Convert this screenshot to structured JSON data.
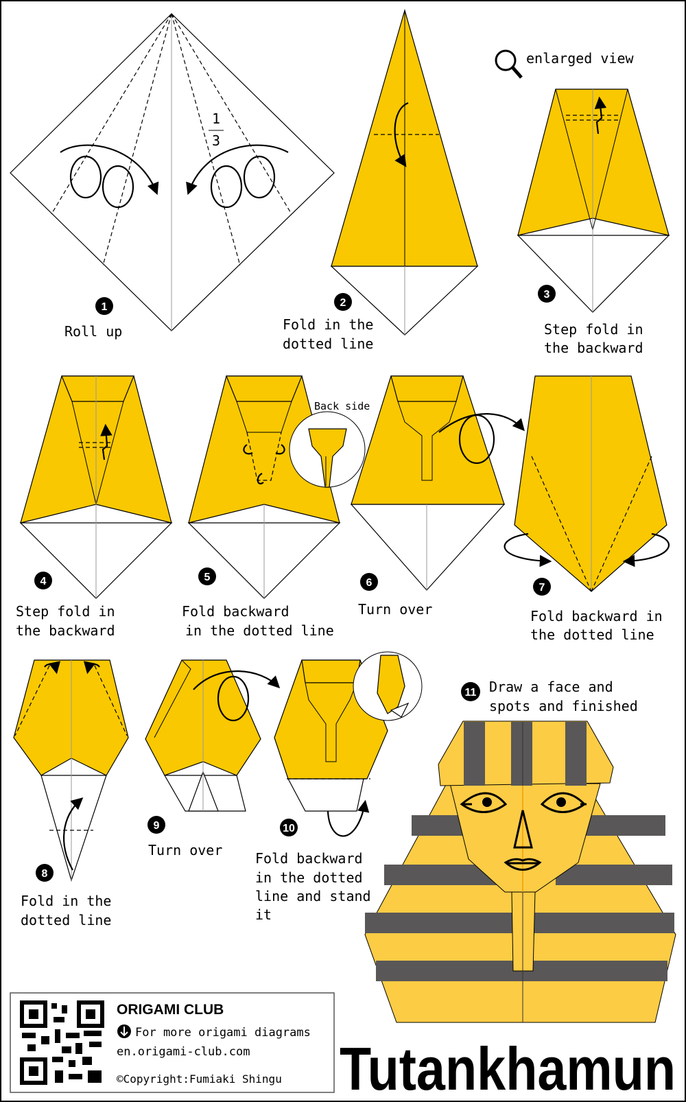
{
  "steps": [
    {
      "number": "1",
      "text": [
        "Roll up"
      ]
    },
    {
      "number": "2",
      "text": [
        "Fold in the",
        "dotted line"
      ]
    },
    {
      "number": "3",
      "text": [
        "Step fold in",
        "the backward"
      ]
    },
    {
      "number": "4",
      "text": [
        "Step fold in",
        "the backward"
      ]
    },
    {
      "number": "5",
      "text": [
        "Fold backward",
        "in the dotted line"
      ]
    },
    {
      "number": "6",
      "text": [
        "Turn over"
      ]
    },
    {
      "number": "7",
      "text": [
        "Fold backward in",
        "the dotted line"
      ]
    },
    {
      "number": "8",
      "text": [
        "Fold in the",
        "dotted line"
      ]
    },
    {
      "number": "9",
      "text": [
        "Turn over"
      ]
    },
    {
      "number": "10",
      "text": [
        "Fold backward",
        "in the dotted",
        "line and stand",
        "it"
      ]
    },
    {
      "number": "11",
      "text": [
        "Draw a face and",
        "spots and finished"
      ]
    }
  ],
  "annotations": {
    "fraction_num": "1",
    "fraction_den": "3",
    "enlarged_view": "enlarged view",
    "back_side": "Back side"
  },
  "footer": {
    "brand": "ORIGAMI CLUB",
    "more": "For more origami diagrams",
    "url": "en.origami-club.com",
    "copyright": "©Copyright:Fumiaki Shingu"
  },
  "title": "Tutankhamun",
  "colors": {
    "paper": "#f9c800",
    "finished": "#fccc45",
    "stripe": "#595757"
  }
}
